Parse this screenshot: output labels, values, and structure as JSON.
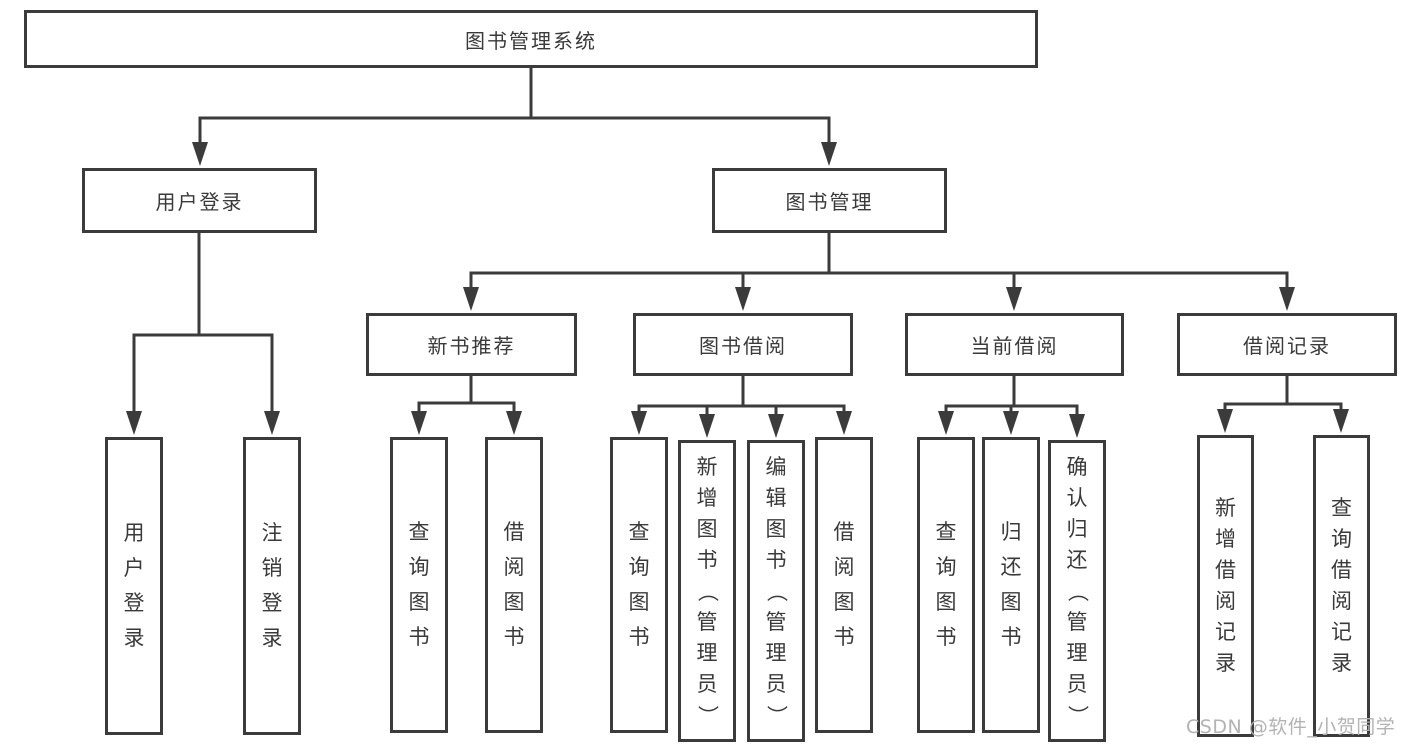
{
  "diagram": {
    "tree": {
      "label": "图书管理系统",
      "children": [
        {
          "label": "用户登录",
          "children": [
            {
              "label": "用户登录"
            },
            {
              "label": "注销登录"
            }
          ]
        },
        {
          "label": "图书管理",
          "children": [
            {
              "label": "新书推荐",
              "children": [
                {
                  "label": "查询图书"
                },
                {
                  "label": "借阅图书"
                }
              ]
            },
            {
              "label": "图书借阅",
              "children": [
                {
                  "label": "查询图书"
                },
                {
                  "label": "新增图书（管理员）"
                },
                {
                  "label": "编辑图书（管理员）"
                },
                {
                  "label": "借阅图书"
                }
              ]
            },
            {
              "label": "当前借阅",
              "children": [
                {
                  "label": "查询图书"
                },
                {
                  "label": "归还图书"
                },
                {
                  "label": "确认归还（管理员）"
                }
              ]
            },
            {
              "label": "借阅记录",
              "children": [
                {
                  "label": "新增借阅记录"
                },
                {
                  "label": "查询借阅记录"
                }
              ]
            }
          ]
        }
      ]
    },
    "colors": {
      "line": "#3b3b3b",
      "text": "#3a3a3a",
      "background": "#ffffff",
      "watermark": "#b3b3b3"
    }
  },
  "watermark": {
    "text": "CSDN @软件_小贺同学"
  }
}
